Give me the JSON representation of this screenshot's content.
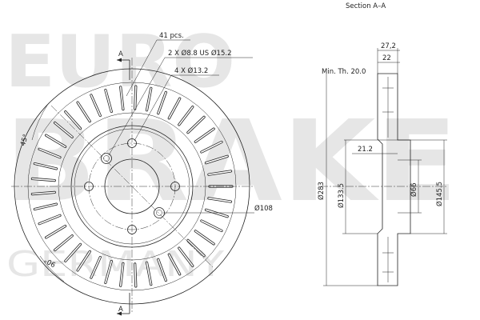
{
  "watermark": {
    "line1": "EURO",
    "line2": "BRAKE",
    "line3": "GERMANY"
  },
  "front_view": {
    "section_marker_top": "A",
    "section_marker_bottom": "A",
    "label_vanes": "41 pcs.",
    "label_holes_small": "2 X Ø8.8 US Ø15.2",
    "label_holes_bolt": "4 X Ø13.2",
    "label_angle_45": "45°",
    "label_angle_90": "90°",
    "label_pcd": "Ø108",
    "vane_count": 41,
    "bolt_hole_count": 4
  },
  "section_view": {
    "title": "Section A–A",
    "min_thickness": "Min. Th. 20.0",
    "dim_thickness": "27,2",
    "dim_friction": "22",
    "dim_offset": "21.2",
    "dim_outer_dia": "Ø283",
    "dim_hat_dia": "Ø133.5",
    "dim_bore": "Ø66",
    "dim_hat_outer": "Ø145.5"
  }
}
